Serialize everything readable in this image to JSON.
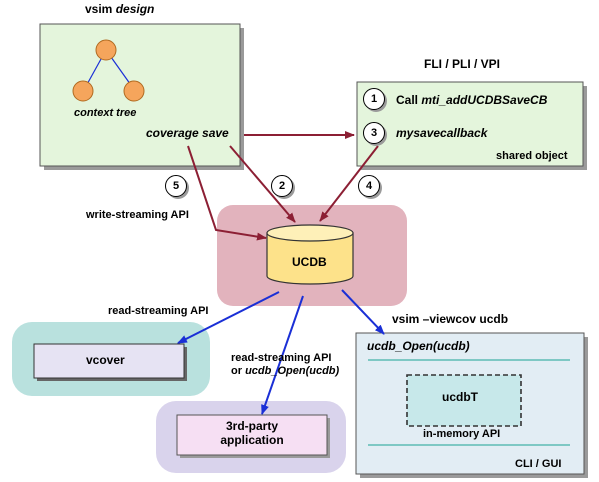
{
  "vsim_design": {
    "title_plain": "vsim",
    "title_italic": "design",
    "context_tree_label": "context tree",
    "coverage_save_label": "coverage save"
  },
  "fli": {
    "title": "FLI / PLI / VPI",
    "step1_num": "1",
    "step1_prefix": "Call",
    "step1_fn": "mti_addUCDBSaveCB",
    "step3_num": "3",
    "step3_fn": "mysavecallback",
    "shared_object_label": "shared object"
  },
  "steps": {
    "step2": "2",
    "step4": "4",
    "step5": "5"
  },
  "ucdb": {
    "label": "UCDB"
  },
  "labels": {
    "write_streaming": "write-streaming API",
    "read_streaming": "read-streaming API",
    "read_streaming2_line1": "read-streaming API",
    "read_streaming2_line2_prefix": "or",
    "read_streaming2_line2_fn": "ucdb_Open(ucdb)"
  },
  "vcover": {
    "label": "vcover"
  },
  "third_party": {
    "line1": "3rd-party",
    "line2": "application"
  },
  "viewcov": {
    "title": "vsim –viewcov ucdb",
    "open_call": "ucdb_Open(ucdb)",
    "ucdbT_label": "ucdbT",
    "in_memory_api": "in-memory API",
    "cli_gui": "CLI / GUI"
  },
  "colors": {
    "green_box": "#e4f5dc",
    "pink_region": "#e2b3bd",
    "ucdb_cylinder": "#fde28a",
    "teal_region": "#b9e1de",
    "lavender_region": "#d9d3ec",
    "light_blue_box": "#e2edf4",
    "red_arrow": "#8c1f34",
    "blue_arrow": "#1a2fd6",
    "tree_node": "#f5a55c"
  }
}
